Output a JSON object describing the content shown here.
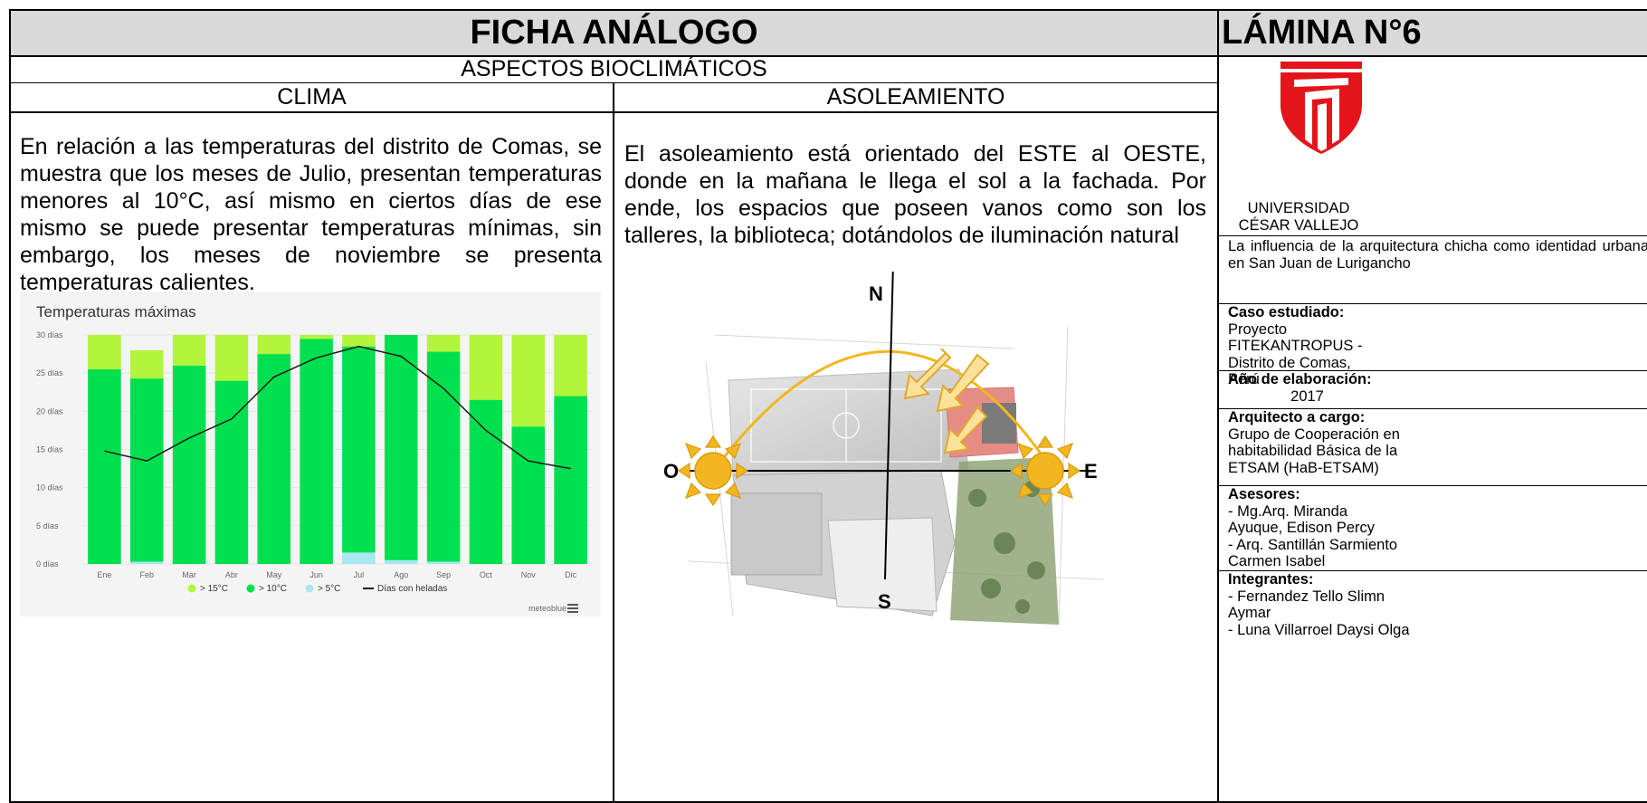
{
  "header": {
    "title": "FICHA ANÁLOGO",
    "sheet": "LÁMINA N°6",
    "section": "ASPECTOS BIOCLIMÁTICOS"
  },
  "columns": {
    "clima": "CLIMA",
    "asoleamiento": "ASOLEAMIENTO"
  },
  "clima": {
    "text": "En relación a las temperaturas del distrito de Comas, se muestra que los meses de Julio, presentan temperaturas menores al 10°C, así mismo en ciertos días de ese mismo se puede presentar temperaturas mínimas, sin embargo, los meses de noviembre se presenta temperaturas calientes."
  },
  "asoleamiento": {
    "text": "El asoleamiento está orientado del ESTE al OESTE, donde en la mañana le llega el sol a la fachada. Por ende, los espacios que poseen vanos como son los talleres, la biblioteca; dotándolos de iluminación natural",
    "compass": {
      "n": "N",
      "s": "S",
      "e": "E",
      "o": "O"
    }
  },
  "sidebar": {
    "university": "UNIVERSIDAD CÉSAR VALLEJO",
    "thesis": "La influencia de la arquitectura chicha como identidad urbana en San Juan de Lurigancho",
    "case_label": "Caso estudiado:",
    "case_value": "Proyecto FITEKANTROPUS - Distrito de Comas, Perú",
    "year_label": "Año de elaboración:",
    "year_value": "2017",
    "architect_label": "Arquitecto a cargo:",
    "architect_value": "Grupo de Cooperación en habitabilidad Básica de la ETSAM (HaB-ETSAM)",
    "advisors_label": "Asesores:",
    "advisor_1": "- Mg.Arq. Miranda Ayuque, Edison Percy",
    "advisor_2": "- Arq. Santillán Sarmiento Carmen Isabel",
    "members_label": "Integrantes:",
    "member_1": "- Fernandez Tello Slimn Aymar",
    "member_2": "- Luna Villarroel Daysi Olga",
    "brand_color": "#e3151b"
  },
  "chart_data": {
    "type": "bar",
    "title": "Temperaturas máximas",
    "categories": [
      "Ene",
      "Feb",
      "Mar",
      "Abr",
      "May",
      "Jun",
      "Jul",
      "Ago",
      "Sep",
      "Oct",
      "Nov",
      "Dic"
    ],
    "y_ticks": [
      "0 días",
      "5 días",
      "10 días",
      "15 días",
      "20 días",
      "25 días",
      "30 días"
    ],
    "ylim": [
      0,
      30
    ],
    "series": [
      {
        "name": "> 5°C",
        "color": "#a8e6f0",
        "values": [
          0,
          0.3,
          0,
          0,
          0,
          0,
          1.5,
          0.5,
          0.3,
          0,
          0,
          0
        ]
      },
      {
        "name": "> 10°C",
        "color": "#00e04f",
        "values": [
          25.5,
          24,
          26,
          24,
          27.5,
          29.5,
          27,
          29.5,
          27.5,
          21.5,
          18,
          22
        ]
      },
      {
        "name": "> 15°C",
        "color": "#b2f53a",
        "values": [
          4.5,
          3.7,
          4,
          6,
          2.5,
          0.5,
          1.5,
          0,
          2.2,
          8.5,
          12,
          8
        ]
      }
    ],
    "line": {
      "name": "Días con heladas",
      "color": "#1a1a1a",
      "values": [
        14.8,
        13.5,
        16.5,
        19,
        24.5,
        27,
        28.5,
        27.2,
        23,
        17.5,
        13.5,
        12.5
      ]
    },
    "credit": "meteoblue",
    "menu_icon": "hamburger-menu-icon"
  }
}
